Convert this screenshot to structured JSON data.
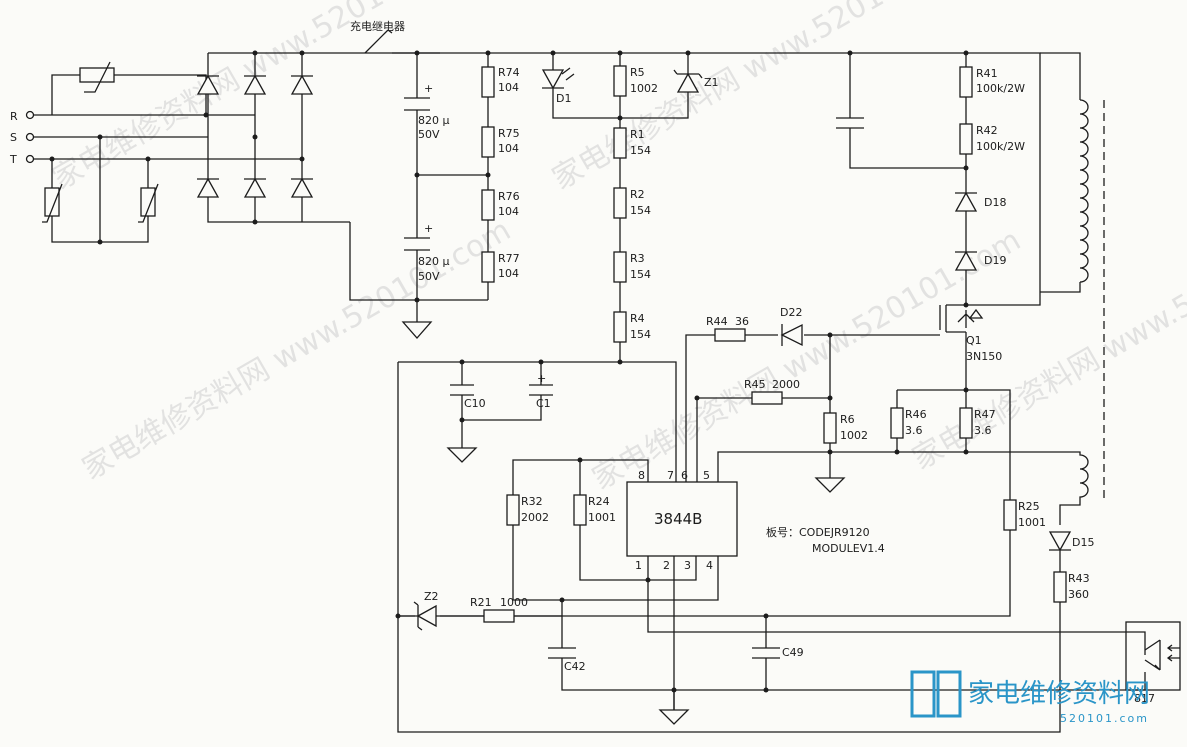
{
  "watermark": "家电维修资料网 www.520101.com",
  "inputs": [
    "R",
    "S",
    "T"
  ],
  "relay_label": "充电继电器",
  "resistors": {
    "r74": [
      "R74",
      "104"
    ],
    "r75": [
      "R75",
      "104"
    ],
    "r76": [
      "R76",
      "104"
    ],
    "r77": [
      "R77",
      "104"
    ],
    "r5": [
      "R5",
      "1002"
    ],
    "r1": [
      "R1",
      "154"
    ],
    "r2": [
      "R2",
      "154"
    ],
    "r3": [
      "R3",
      "154"
    ],
    "r4": [
      "R4",
      "154"
    ],
    "r41": [
      "R41",
      "100k/2W"
    ],
    "r42": [
      "R42",
      "100k/2W"
    ],
    "r44": [
      "R44",
      "36"
    ],
    "r45": [
      "R45",
      "2000"
    ],
    "r6": [
      "R6",
      "1002"
    ],
    "r46": [
      "R46",
      "3.6"
    ],
    "r47": [
      "R47",
      "3.6"
    ],
    "r32": [
      "R32",
      "2002"
    ],
    "r24": [
      "R24",
      "1001"
    ],
    "r25": [
      "R25",
      "1001"
    ],
    "r21": [
      "R21",
      "1000"
    ],
    "r43": [
      "R43",
      "360"
    ]
  },
  "capacitors": {
    "cap_top": [
      "820 μ",
      "50V"
    ],
    "cap_bot": [
      "820 μ",
      "50V"
    ],
    "c10": "C10",
    "c1": "C1",
    "c42": "C42",
    "c49": "C49"
  },
  "diodes": {
    "d1": "D1",
    "z1": "Z1",
    "d18": "D18",
    "d19": "D19",
    "d22": "D22",
    "d15": "D15",
    "z2": "Z2"
  },
  "transistor": {
    "name": "Q1",
    "part": "3N150"
  },
  "ic": {
    "name": "3844B",
    "top_pins": [
      "8",
      "7",
      "6",
      "5"
    ],
    "bottom_pins": [
      "1",
      "2",
      "3",
      "4"
    ]
  },
  "board": {
    "line1": "板号：CODEJR9120",
    "line2": "MODULEV1.4"
  },
  "optocoupler": "817",
  "logo": {
    "text": "家电维修资料网",
    "url": "520101.com"
  }
}
